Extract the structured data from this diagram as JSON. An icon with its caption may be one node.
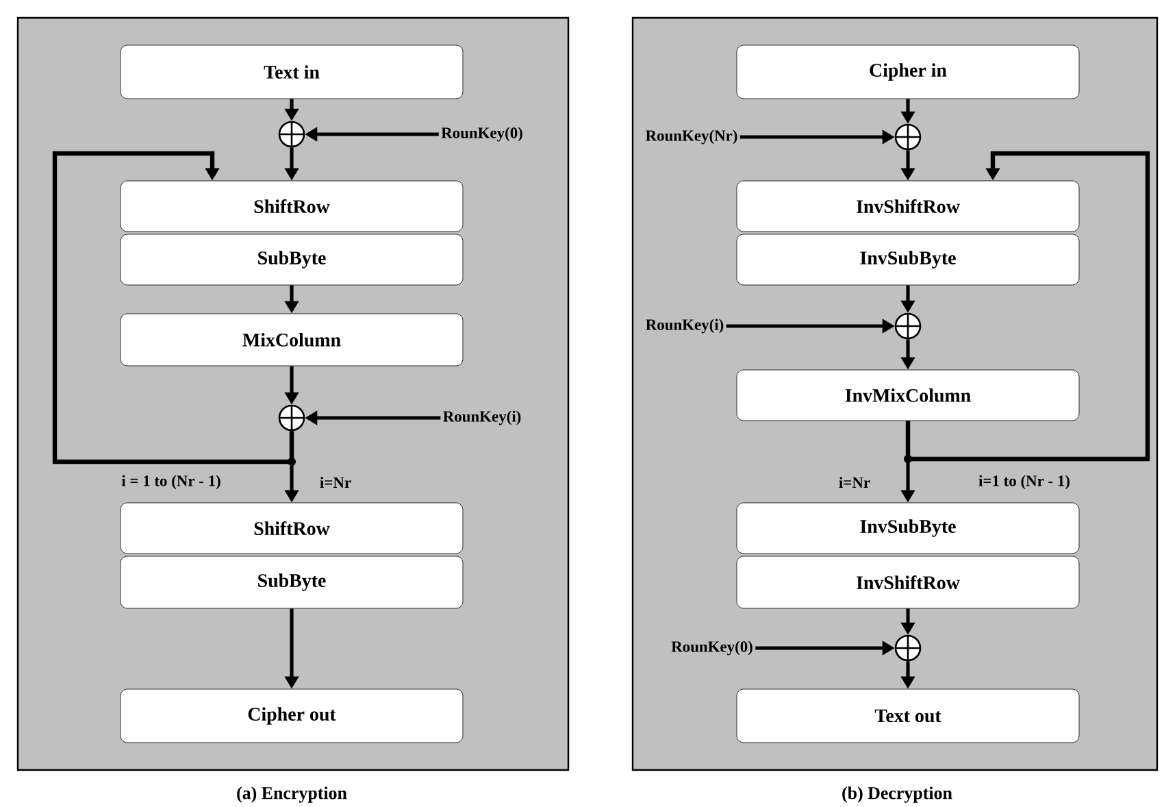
{
  "diagram": {
    "nodes": [
      {
        "text": [
          "(a) Encryption"
        ]
      },
      {
        "text": [
          "Text in"
        ],
        "in": 0
      },
      {
        "text": [],
        "shape": "circle",
        "in": 0
      },
      {
        "text": [
          "RounKey(0)"
        ],
        "in": 0
      },
      {
        "text": [
          "ShiftRow"
        ],
        "in": 0
      },
      {
        "text": [
          "SubByte"
        ],
        "in": 0
      },
      {
        "text": [
          "MixColumn"
        ],
        "in": 0
      },
      {
        "text": [],
        "shape": "circle",
        "in": 0
      },
      {
        "text": [
          "RounKey(i)"
        ],
        "in": 0
      },
      {
        "text": [
          "ShiftRow"
        ],
        "in": 0
      },
      {
        "text": [
          "SubByte"
        ],
        "in": 0
      },
      {
        "text": [
          "Cipher out"
        ],
        "in": 0
      },
      {
        "text": [
          "(b) Decryption"
        ]
      },
      {
        "text": [
          "Cipher in"
        ],
        "in": 12
      },
      {
        "text": [],
        "shape": "circle",
        "in": 12
      },
      {
        "text": [
          "RounKey(Nr)"
        ],
        "in": 12
      },
      {
        "text": [
          "InvShiftRow"
        ],
        "in": 12
      },
      {
        "text": [
          "InvSubByte"
        ],
        "in": 12
      },
      {
        "text": [],
        "shape": "circle",
        "in": 12
      },
      {
        "text": [
          "RounKey(i)"
        ],
        "in": 12
      },
      {
        "text": [
          "InvMixColumn"
        ],
        "in": 12
      },
      {
        "text": [
          "InvSubByte"
        ],
        "in": 12
      },
      {
        "text": [
          "InvShiftRow"
        ],
        "in": 12
      },
      {
        "text": [],
        "shape": "circle",
        "in": 12
      },
      {
        "text": [
          "RounKey(0)"
        ],
        "in": 12
      },
      {
        "text": [
          "Text out"
        ],
        "in": 12
      }
    ],
    "edges": [
      {
        "from": 1,
        "to": 2,
        "arrow": "to"
      },
      {
        "from": 3,
        "to": 2,
        "arrow": "to"
      },
      {
        "from": 2,
        "to": 4,
        "arrow": "to"
      },
      {
        "from": 5,
        "to": 6,
        "arrow": "to"
      },
      {
        "from": 6,
        "to": 7,
        "arrow": "to"
      },
      {
        "from": 8,
        "to": 7,
        "arrow": "to"
      },
      {
        "from": 7,
        "to": 4,
        "arrow": "to",
        "label": "i = 1 to (Nr - 1)"
      },
      {
        "from": 7,
        "to": 9,
        "arrow": "to",
        "label": "i=Nr"
      },
      {
        "from": 10,
        "to": 11,
        "arrow": "to"
      },
      {
        "from": 13,
        "to": 14,
        "arrow": "to"
      },
      {
        "from": 15,
        "to": 14,
        "arrow": "to"
      },
      {
        "from": 14,
        "to": 16,
        "arrow": "to"
      },
      {
        "from": 17,
        "to": 18,
        "arrow": "to"
      },
      {
        "from": 19,
        "to": 18,
        "arrow": "to"
      },
      {
        "from": 18,
        "to": 20,
        "arrow": "to"
      },
      {
        "from": 20,
        "to": 16,
        "arrow": "to",
        "label": "i=1 to (Nr - 1)"
      },
      {
        "from": 20,
        "to": 21,
        "arrow": "to",
        "label": "i=Nr"
      },
      {
        "from": 22,
        "to": 23,
        "arrow": "to"
      },
      {
        "from": 24,
        "to": 23,
        "arrow": "to"
      },
      {
        "from": 23,
        "to": 25,
        "arrow": "to"
      }
    ]
  }
}
